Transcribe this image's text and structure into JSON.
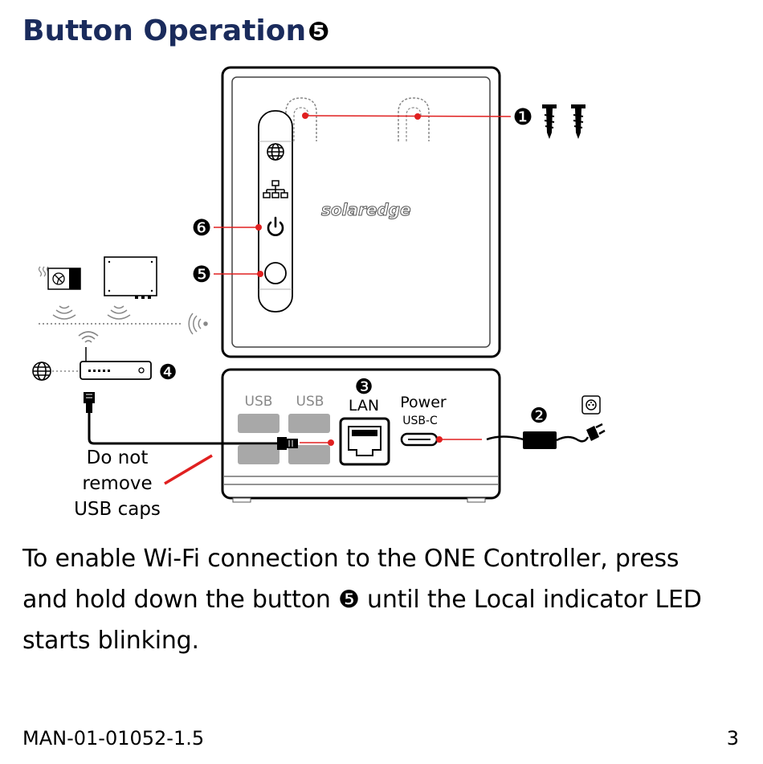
{
  "title": {
    "text": "Button Operation",
    "callout": "❺"
  },
  "diagram": {
    "logo": "solaredge",
    "callouts": {
      "c1": "❶",
      "c2": "❷",
      "c3": "❸",
      "c4": "❹",
      "c5": "❺",
      "c6": "❻"
    },
    "ports": {
      "usb1": "USB",
      "usb2": "USB",
      "lan": "LAN",
      "power": "Power",
      "usbc": "USB-C"
    },
    "note": {
      "line1": "Do not",
      "line2": "remove",
      "line3": "USB caps"
    }
  },
  "body": {
    "line1": "To enable Wi-Fi connection to the ONE Controller, press",
    "line2_pre": "and hold down the button ",
    "line2_callout": "❺",
    "line2_post": " until the Local indicator LED",
    "line3": "starts blinking."
  },
  "footer": {
    "doc_number": "MAN-01-01052-1.5",
    "page": "3"
  },
  "colors": {
    "title": "#1a2b5c",
    "callout_line": "#e02020"
  }
}
